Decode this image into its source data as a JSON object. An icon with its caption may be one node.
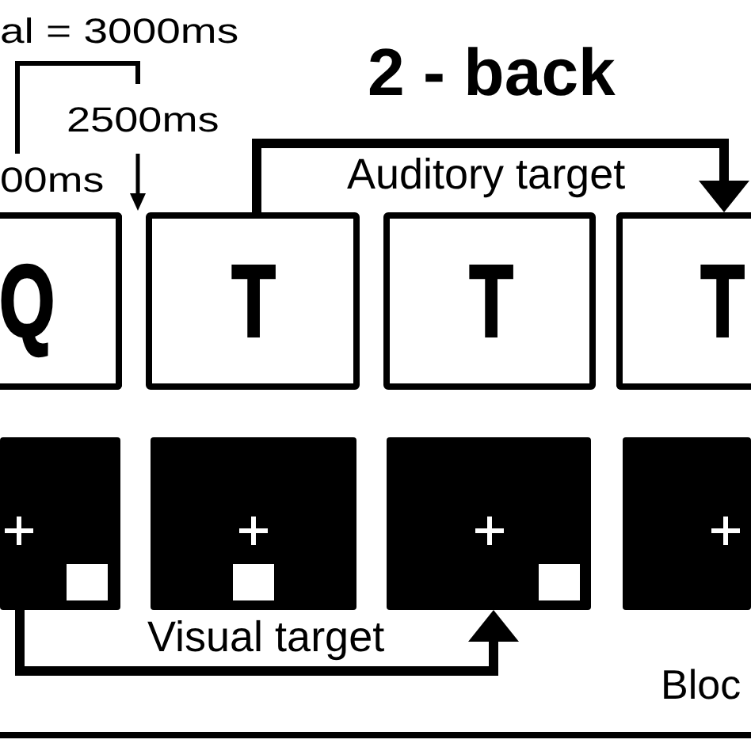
{
  "diagram": {
    "title": "2 - back",
    "nodes": [
      {
        "text": [
          "Q"
        ]
      },
      {
        "text": [
          "T"
        ]
      },
      {
        "text": [
          "T"
        ]
      },
      {
        "text": [
          "T"
        ]
      },
      {
        "text": [],
        "shape": "box"
      },
      {
        "text": [],
        "shape": "box"
      },
      {
        "text": [],
        "shape": "box"
      },
      {
        "text": [],
        "shape": "box"
      }
    ],
    "edges": [
      {
        "from": 1,
        "to": 3,
        "arrow": "to",
        "label": "Auditory target"
      },
      {
        "from": 4,
        "to": 6,
        "arrow": "to",
        "label": "Visual target"
      }
    ],
    "labels": [
      "al = 3000ms",
      "2500ms",
      "00ms",
      "Bloc"
    ]
  }
}
